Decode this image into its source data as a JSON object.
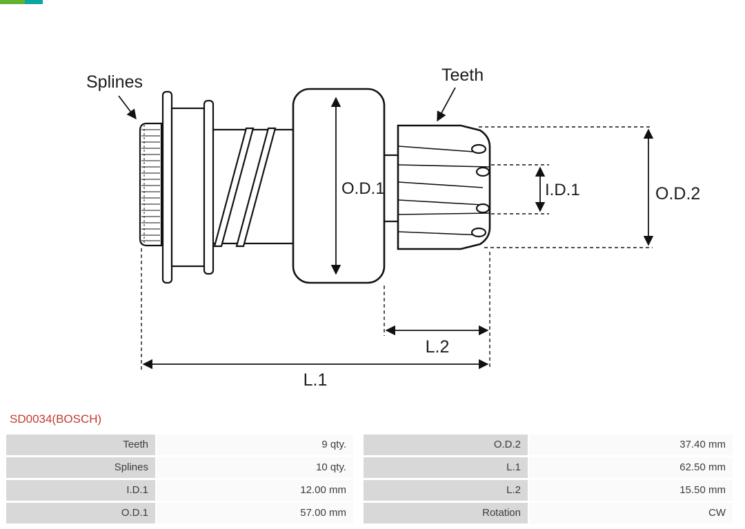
{
  "title": "SD0034(BOSCH)",
  "diagram": {
    "labels": {
      "splines": "Splines",
      "teeth": "Teeth",
      "od1": "O.D.1",
      "id1": "I.D.1",
      "od2": "O.D.2",
      "l1": "L.1",
      "l2": "L.2"
    }
  },
  "table": {
    "rows": [
      [
        "Teeth",
        "9 qty.",
        "O.D.2",
        "37.40 mm"
      ],
      [
        "Splines",
        "10 qty.",
        "L.1",
        "62.50 mm"
      ],
      [
        "I.D.1",
        "12.00 mm",
        "L.2",
        "15.50 mm"
      ],
      [
        "O.D.1",
        "57.00 mm",
        "Rotation",
        "CW"
      ]
    ]
  },
  "colors": {
    "title": "#c0392b",
    "label_cell_bg": "#d8d8d8",
    "value_cell_bg": "#fafafa",
    "line": "#111111",
    "corner_green": "#62b22f",
    "corner_teal": "#0aa7a0"
  }
}
